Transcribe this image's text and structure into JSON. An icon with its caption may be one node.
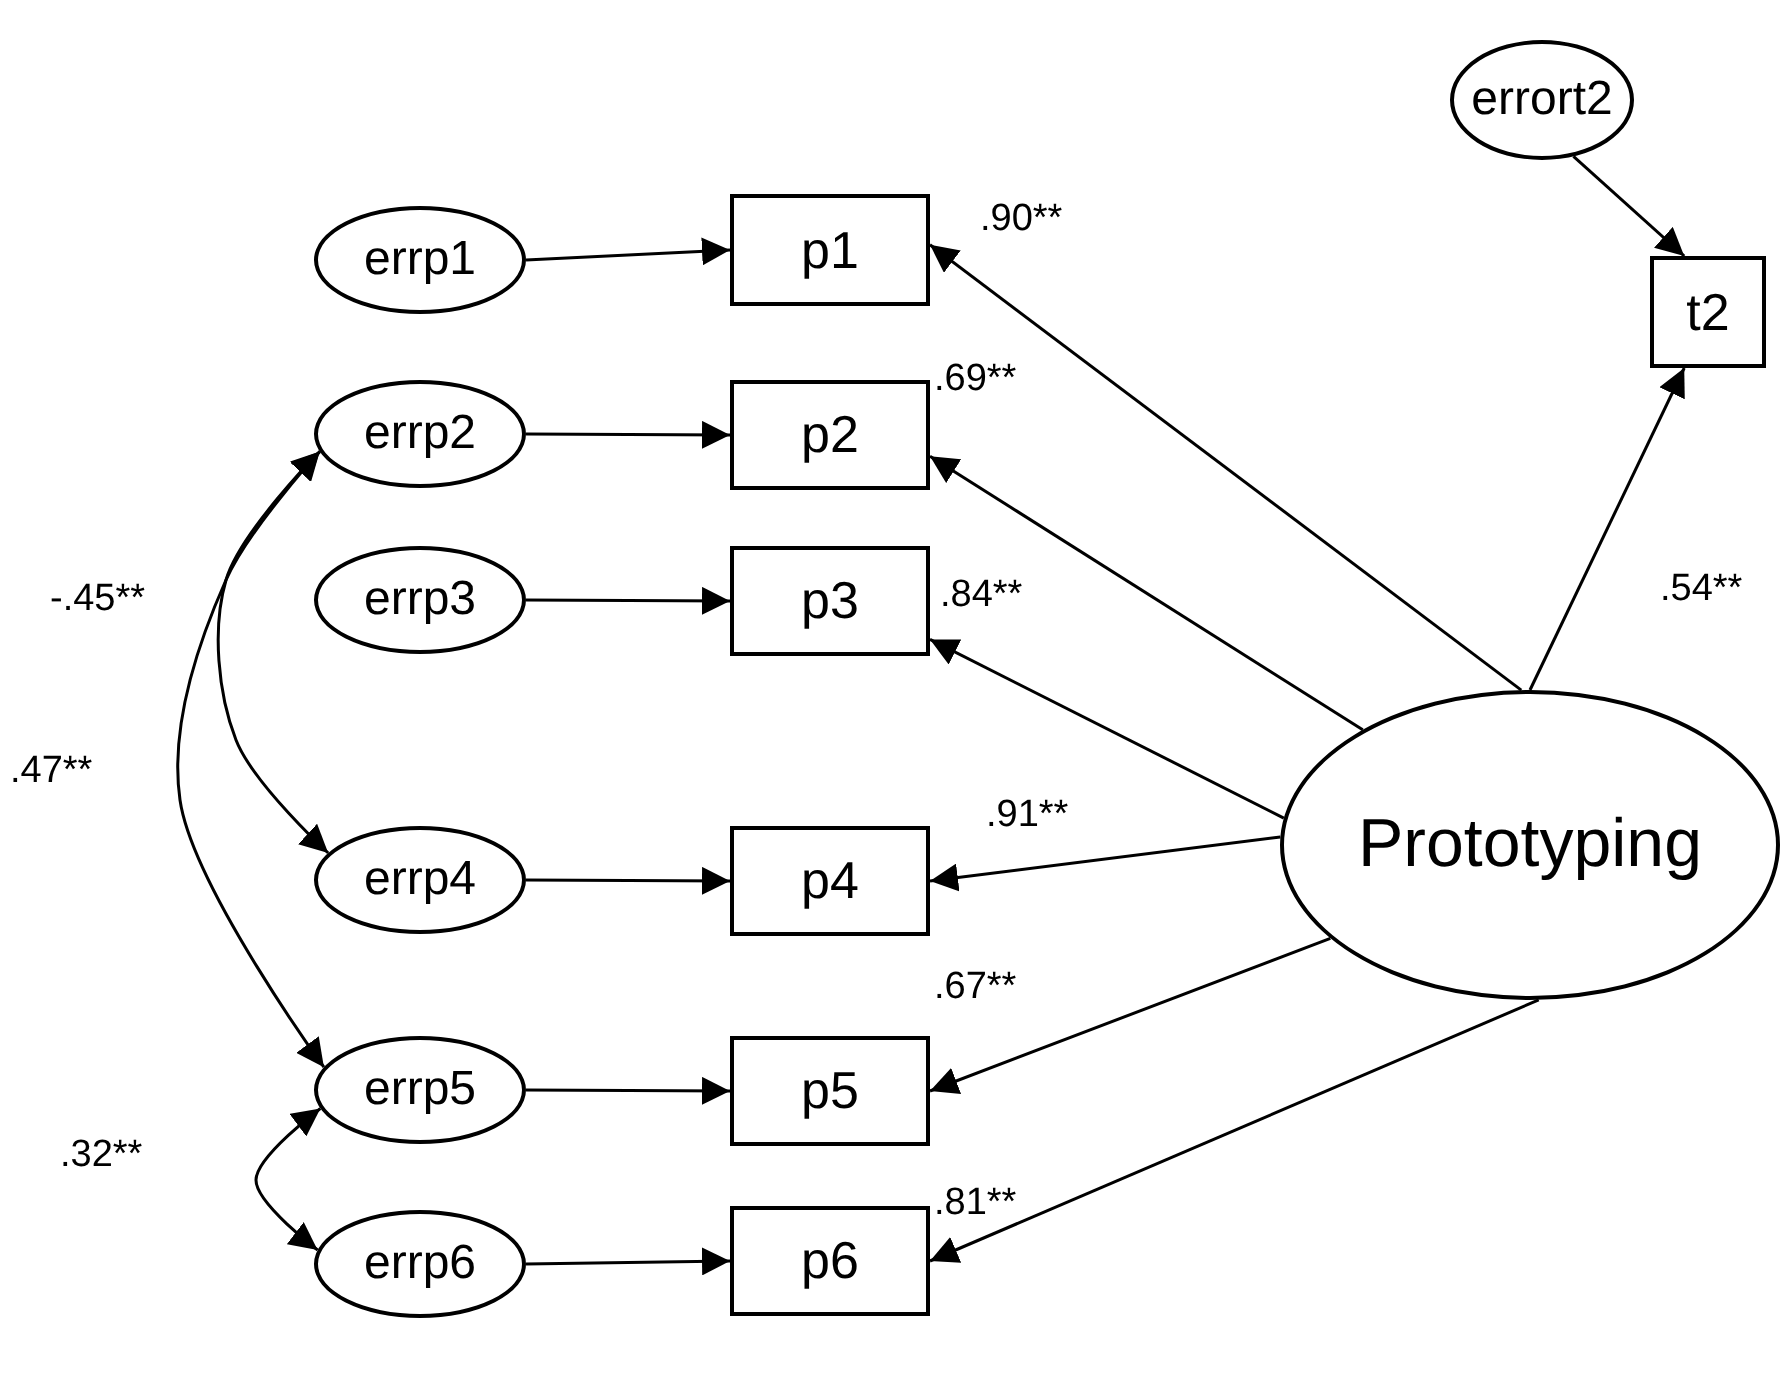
{
  "diagram": {
    "nodes": [
      {
        "text": [
          "errort2"
        ]
      },
      {
        "text": [
          "errp1"
        ]
      },
      {
        "text": [
          "p1"
        ]
      },
      {
        "text": [
          "t2"
        ]
      },
      {
        "text": [
          "errp2"
        ]
      },
      {
        "text": [
          "p2"
        ]
      },
      {
        "text": [
          "errp3"
        ]
      },
      {
        "text": [
          "p3"
        ]
      },
      {
        "text": [
          "errp4"
        ]
      },
      {
        "text": [
          "p4"
        ]
      },
      {
        "text": [
          "Prototyping"
        ]
      },
      {
        "text": [
          "errp5"
        ]
      },
      {
        "text": [
          "p5"
        ]
      },
      {
        "text": [
          "errp6"
        ]
      },
      {
        "text": [
          "p6"
        ]
      }
    ],
    "edges": [
      {
        "from": 0,
        "to": 3,
        "arrow": "to"
      },
      {
        "from": 1,
        "to": 2,
        "arrow": "to"
      },
      {
        "from": 4,
        "to": 5,
        "arrow": "to"
      },
      {
        "from": 6,
        "to": 7,
        "arrow": "to"
      },
      {
        "from": 8,
        "to": 9,
        "arrow": "to"
      },
      {
        "from": 11,
        "to": 12,
        "arrow": "to"
      },
      {
        "from": 13,
        "to": 14,
        "arrow": "to"
      },
      {
        "from": 10,
        "to": 2,
        "arrow": "to",
        "label": ".90**"
      },
      {
        "from": 10,
        "to": 5,
        "arrow": "to",
        "label": ".69**"
      },
      {
        "from": 10,
        "to": 7,
        "arrow": "to",
        "label": ".84**"
      },
      {
        "from": 10,
        "to": 9,
        "arrow": "to",
        "label": ".91**"
      },
      {
        "from": 10,
        "to": 12,
        "arrow": "to",
        "label": ".67**"
      },
      {
        "from": 10,
        "to": 14,
        "arrow": "to",
        "label": ".81**"
      },
      {
        "from": 10,
        "to": 3,
        "arrow": "to",
        "label": ".54**"
      },
      {
        "from": 4,
        "to": 8,
        "arrow": "both",
        "label": "-.45**"
      },
      {
        "from": 4,
        "to": 11,
        "arrow": "both",
        "label": ".47**"
      },
      {
        "from": 11,
        "to": 13,
        "arrow": "both",
        "label": ".32**"
      }
    ]
  }
}
